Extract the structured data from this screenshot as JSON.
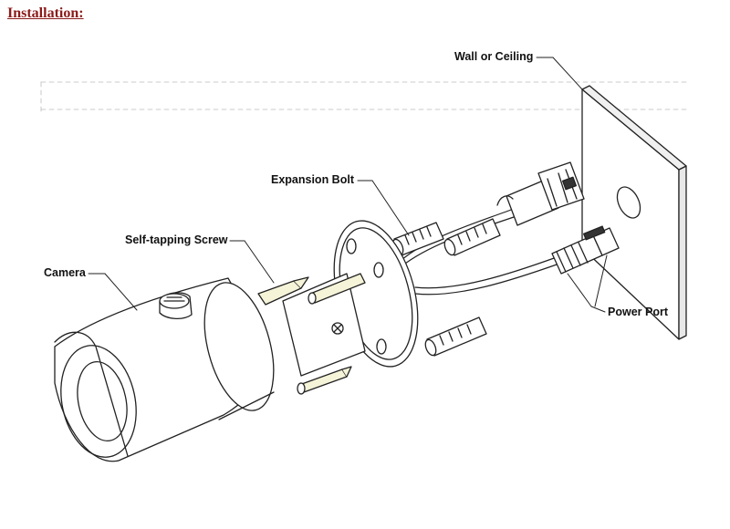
{
  "heading": "Installation:",
  "labels": {
    "wall_or_ceiling": "Wall or Ceiling",
    "expansion_bolt": "Expansion Bolt",
    "self_tapping_screw": "Self-tapping Screw",
    "camera": "Camera",
    "power_port": "Power Port"
  },
  "colors": {
    "heading": "#8b1a1a",
    "line": "#222222",
    "screw_fill": "#f5f3d8"
  }
}
